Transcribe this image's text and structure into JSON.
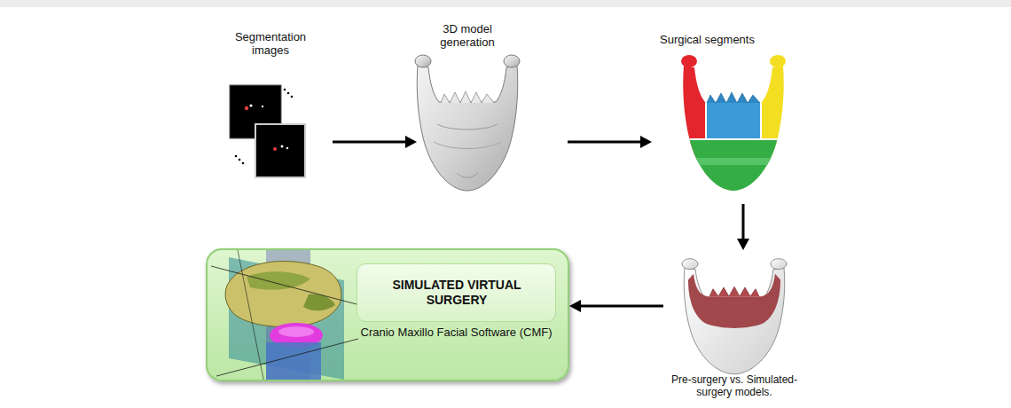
{
  "diagram": {
    "nodes": [
      {
        "text": [
          "Segmentation images"
        ]
      },
      {
        "text": [
          "3D model generation"
        ]
      },
      {
        "text": [
          "Surgical segments"
        ]
      },
      {
        "text": [
          "Pre-surgery vs. Simulated-surgery models."
        ]
      },
      {
        "text": [
          "Cranio Maxillo Facial Software (CMF)"
        ]
      },
      {
        "text": [
          "SIMULATED VIRTUAL SURGERY"
        ],
        "in": 4
      }
    ],
    "edges": [
      {
        "from": 0,
        "to": 1,
        "arrow": "to"
      },
      {
        "from": 1,
        "to": 2,
        "arrow": "to"
      },
      {
        "from": 2,
        "to": 3,
        "arrow": "to"
      },
      {
        "from": 3,
        "to": 4,
        "arrow": "to"
      }
    ]
  }
}
